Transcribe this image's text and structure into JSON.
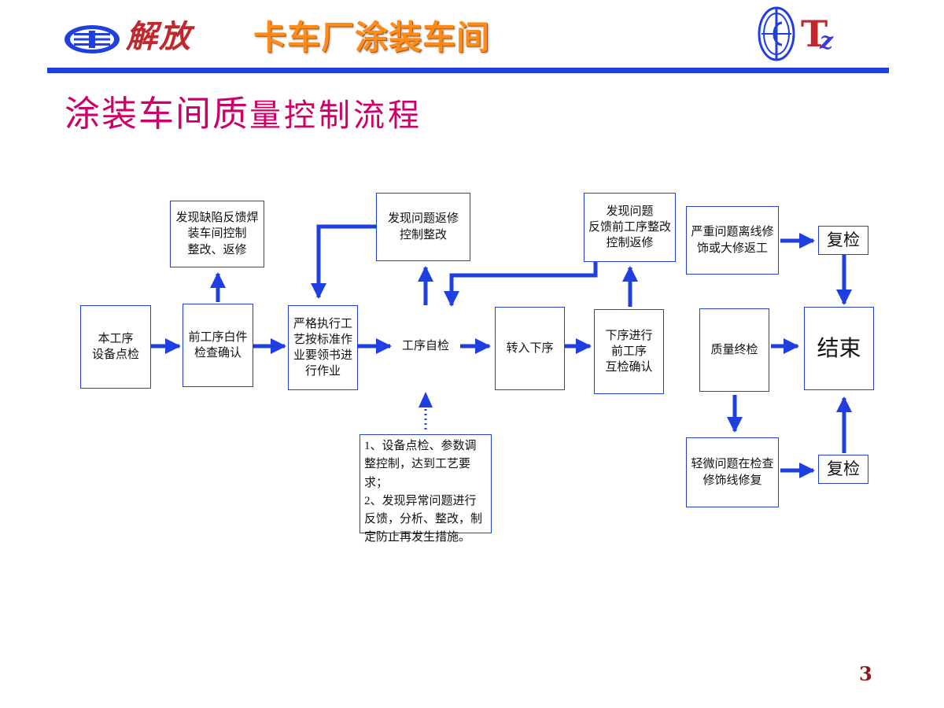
{
  "header": {
    "brand": "解放",
    "title": "卡车厂涂装车间",
    "logo_right_letters": {
      "t": "T",
      "z": "z"
    }
  },
  "page_title": {
    "part1": "涂装车间质",
    "part2": "量控制流程"
  },
  "flow_nodes": [
    {
      "id": "n1",
      "text": "本工序\n设备点检"
    },
    {
      "id": "n2",
      "text": "前工序白件\n检查确认"
    },
    {
      "id": "n3",
      "text": "严格执行工\n艺按标准作\n业要领书进\n行作业"
    },
    {
      "id": "n4",
      "text": "工序自检"
    },
    {
      "id": "n5",
      "text": "转入下序"
    },
    {
      "id": "n6",
      "text": "下序进行\n前工序\n互检确认"
    },
    {
      "id": "n7",
      "text": "质量终检"
    },
    {
      "id": "n8",
      "text": "结束"
    },
    {
      "id": "t1",
      "text": "发现缺陷反馈焊\n装车间控制\n整改、返修"
    },
    {
      "id": "t2",
      "text": "发现问题返修\n控制整改"
    },
    {
      "id": "t3",
      "text": "发现问题\n反馈前工序整改\n控制返修"
    },
    {
      "id": "t4",
      "text": "严重问题离线修\n饰或大修返工"
    },
    {
      "id": "t5",
      "text": "复检"
    },
    {
      "id": "b1",
      "text": "1、设备点检、参数调整控制，达到工艺要求；\n2、发现异常问题进行反馈，分析、整改，制定防止再发生措施。"
    },
    {
      "id": "b2",
      "text": "轻微问题在检查\n修饰线修复"
    },
    {
      "id": "b3",
      "text": "复检"
    }
  ],
  "colors": {
    "accent_blue": "#1f3fe0",
    "title_magenta": "#cc0066",
    "header_orange": "#ff8c1a",
    "page_number": "#8b1a1a"
  },
  "page_number": "3"
}
